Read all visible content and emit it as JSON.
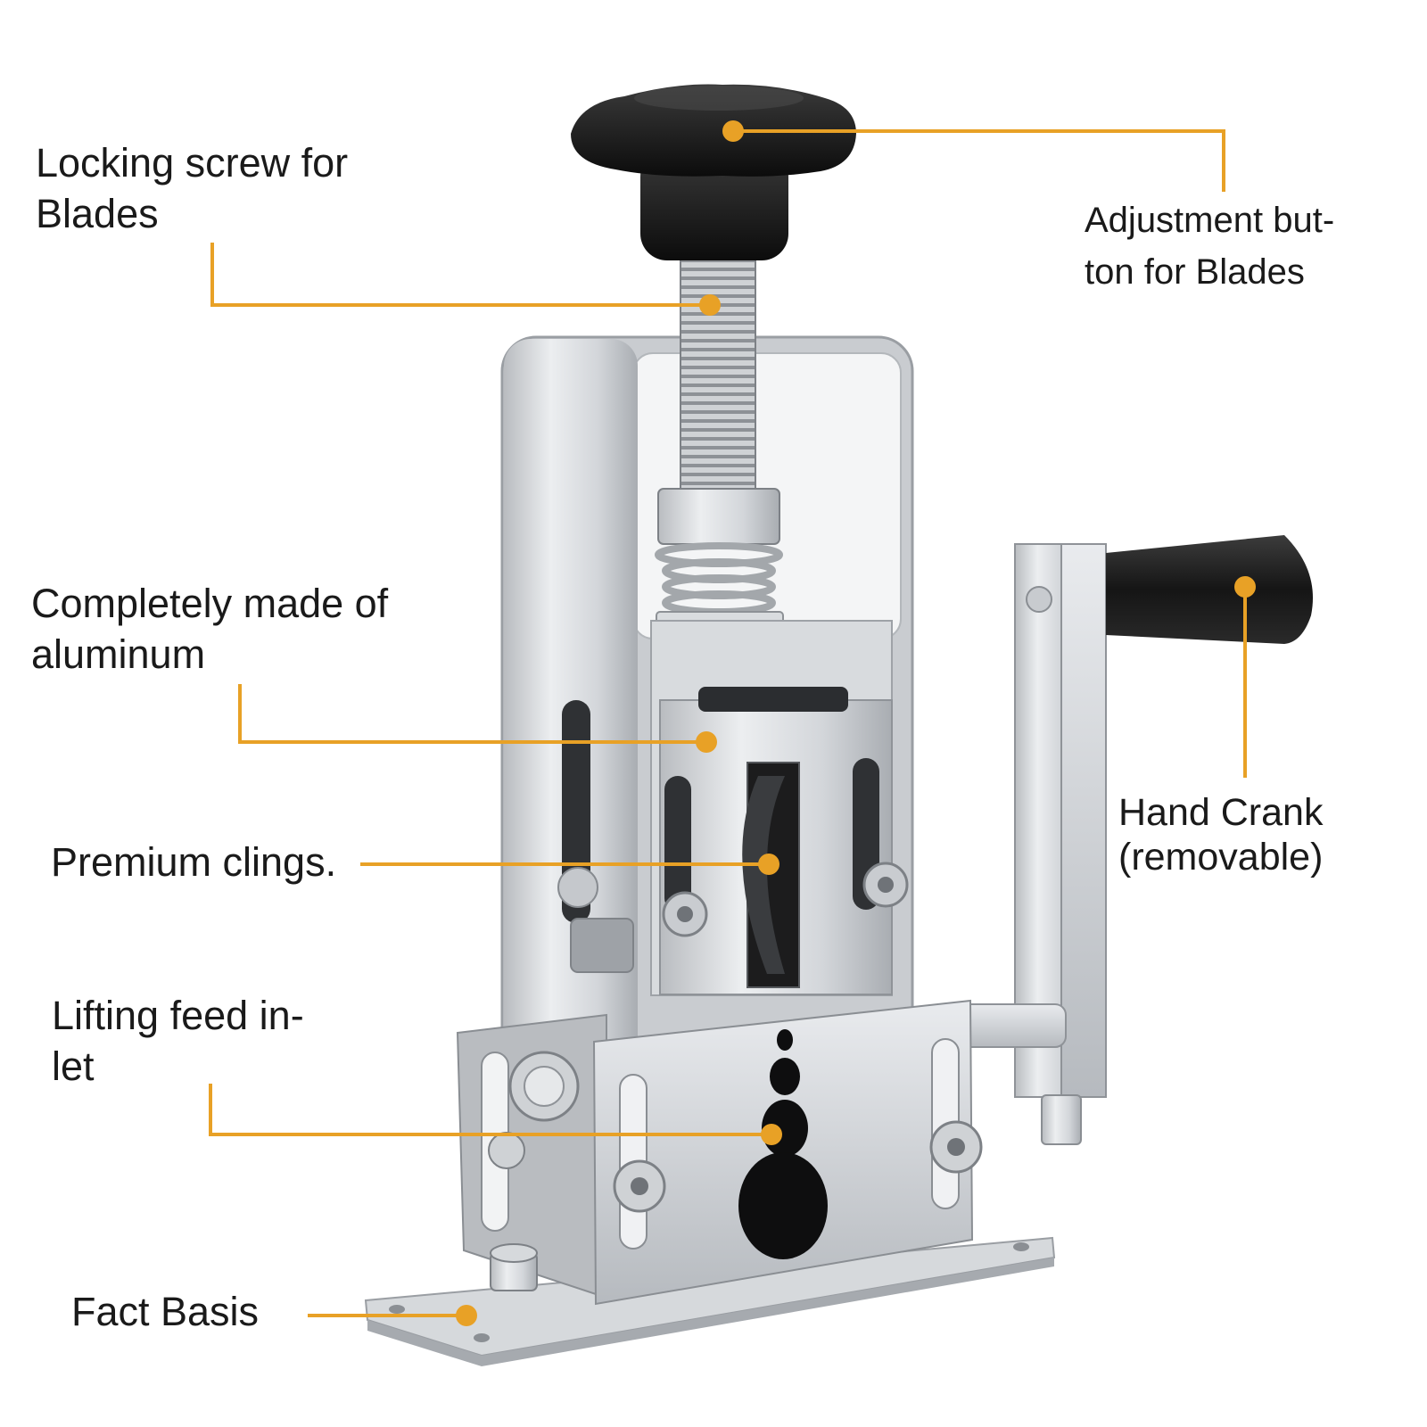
{
  "accent_color": "#E8A126",
  "labels": {
    "locking_screw": {
      "line1": "Locking screw for",
      "line2": "Blades"
    },
    "adjustment_button": {
      "line1": "Adjustment but-",
      "line2": "ton for Blades"
    },
    "aluminum": {
      "line1": "Completely made of",
      "line2": "aluminum"
    },
    "clings": {
      "line1": "Premium clings."
    },
    "hand_crank": {
      "line1": "Hand Crank",
      "line2": "(removable)"
    },
    "lifting_feed": {
      "line1": "Lifting feed in-",
      "line2": "let"
    },
    "fact_basis": {
      "line1": "Fact Basis"
    }
  }
}
